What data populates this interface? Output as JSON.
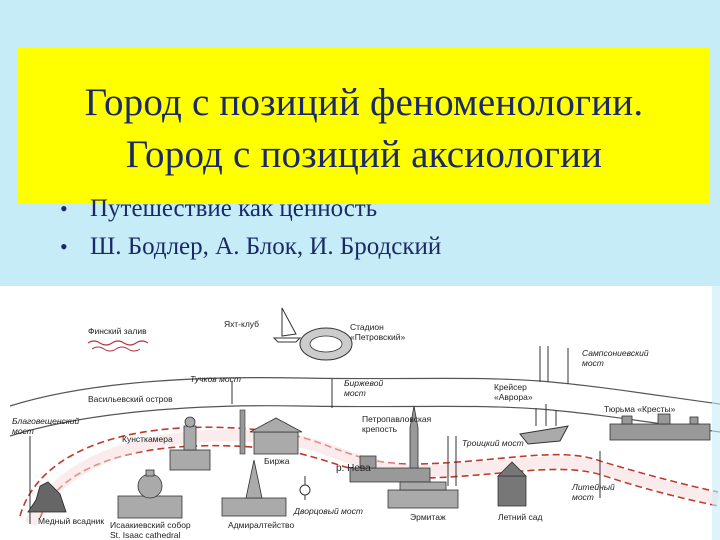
{
  "slide": {
    "title_line1": "Город с позиций феноменологии.",
    "title_line2": "Город с позиций аксиологии",
    "bullets": [
      {
        "text": "Путешествие как ценность"
      },
      {
        "text": "Ш. Бодлер,  А. Блок,  И. Бродский"
      }
    ]
  },
  "map": {
    "labels": {
      "gulf": "Финский залив",
      "yacht_club": "Яхт-клуб",
      "stadium": "Стадион\n«Петровский»",
      "samson_bridge": "Сампсониевский\nмост",
      "tuchkov_bridge": "Тучков мост",
      "birzhevoy_bridge": "Биржевой\nмост",
      "vasilievsky": "Васильевский остров",
      "aurora": "Крейсер\n«Аврора»",
      "kresty": "Тюрьма «Кресты»",
      "blagoveshchensky": "Благовещенский\nмост",
      "kunstkamera": "Кунсткамера",
      "birzha": "Биржа",
      "peter_paul": "Петропавловская\nкрепость",
      "troitsky": "Троицкий мост",
      "neva": "р. Нева",
      "liteyny": "Литейный\nмост",
      "bronze_horseman": "Медный всадник",
      "isaac": "Исаакиевский собор\nSt. Isaac cathedral",
      "admiralty": "Адмиралтейство",
      "palace_bridge": "Дворцовый мост",
      "hermitage": "Эрмитаж",
      "summer_garden": "Летний сад"
    }
  }
}
